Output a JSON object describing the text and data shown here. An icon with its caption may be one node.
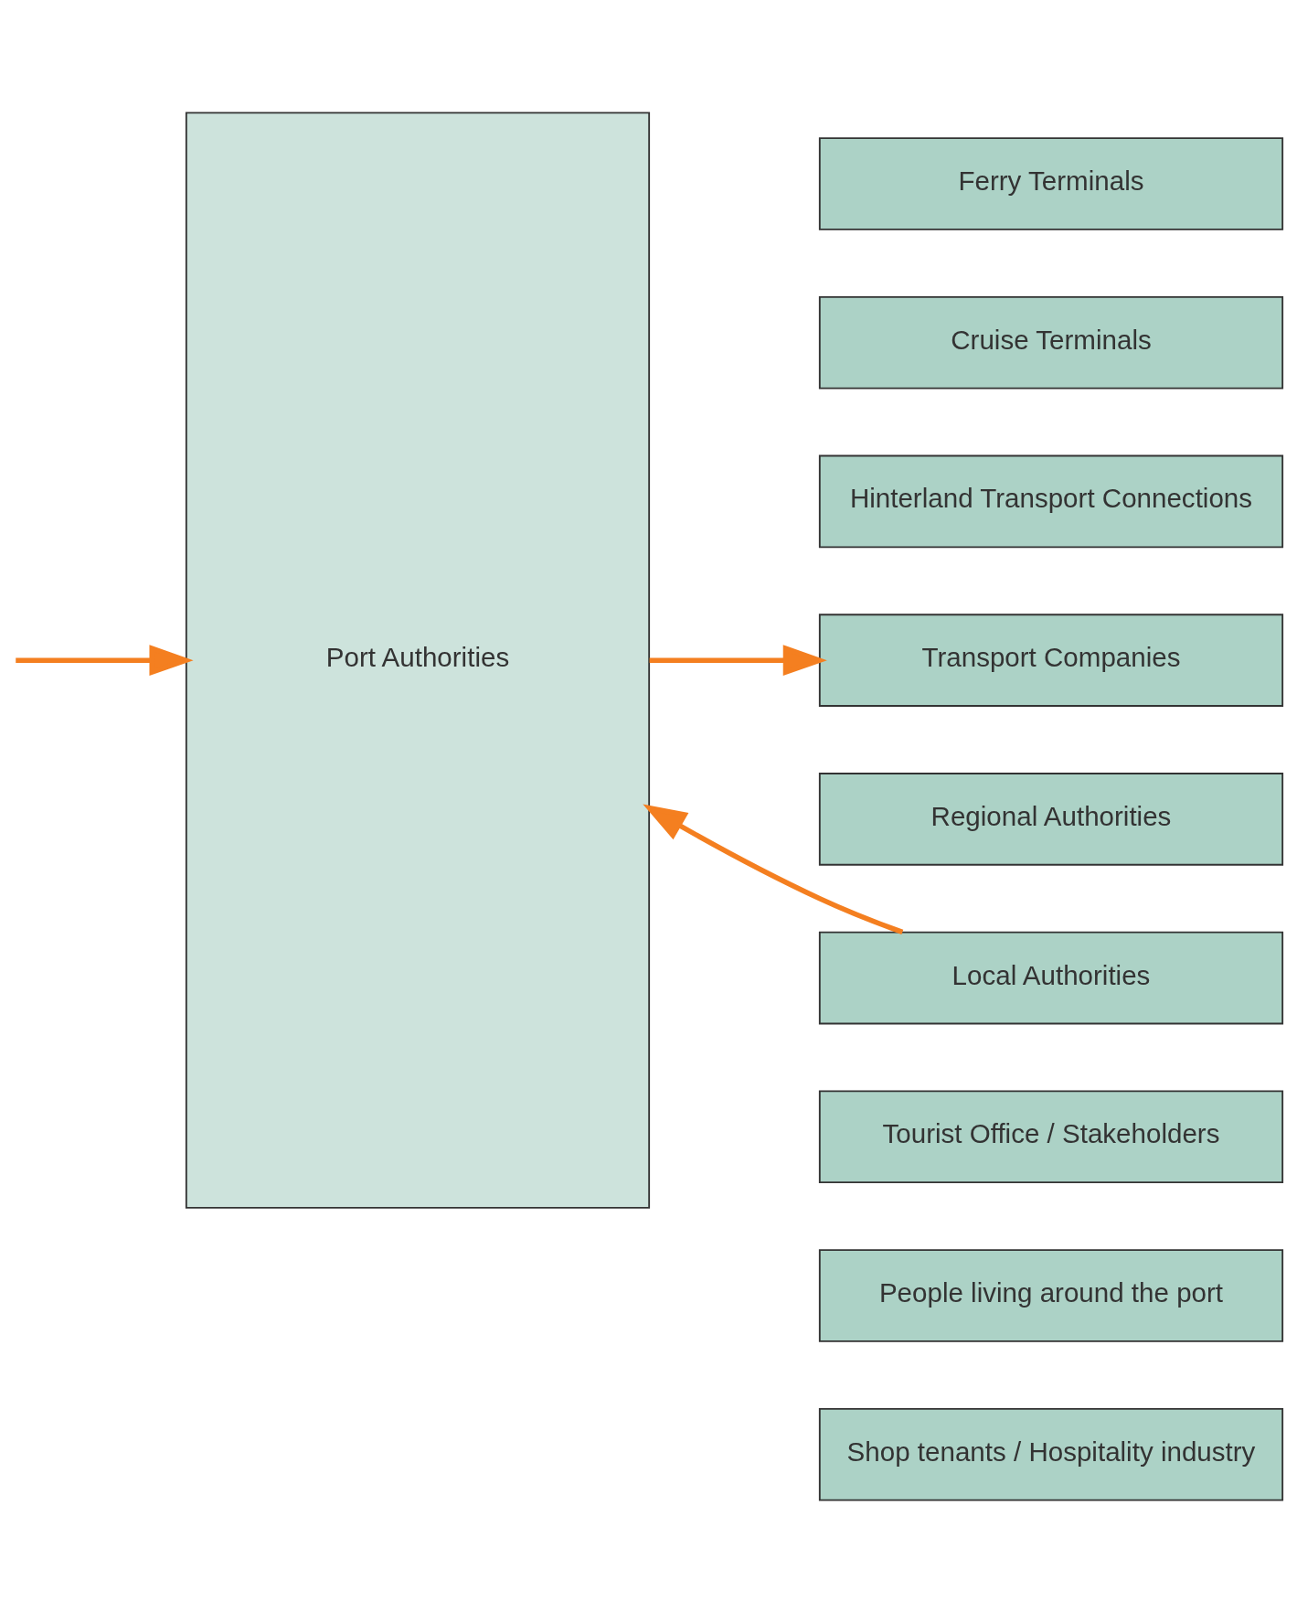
{
  "diagram": {
    "nodes": [
      {
        "text": [
          "Port Authorities"
        ]
      },
      {
        "text": [
          "Ferry Terminals"
        ]
      },
      {
        "text": [
          "Cruise Terminals"
        ]
      },
      {
        "text": [
          "Hinterland Transport Connections"
        ]
      },
      {
        "text": [
          "Transport Companies"
        ]
      },
      {
        "text": [
          "Regional Authorities"
        ]
      },
      {
        "text": [
          "Local Authorities"
        ]
      },
      {
        "text": [
          "Tourist Office / Stakeholders"
        ]
      },
      {
        "text": [
          "People living around the port"
        ]
      },
      {
        "text": [
          "Shop tenants / Hospitality industry"
        ]
      }
    ],
    "edges": [
      {
        "from": null,
        "to": 0,
        "arrow": "to"
      },
      {
        "from": 0,
        "to": 4,
        "arrow": "to"
      },
      {
        "from": 6,
        "to": 0,
        "arrow": "to"
      }
    ]
  }
}
